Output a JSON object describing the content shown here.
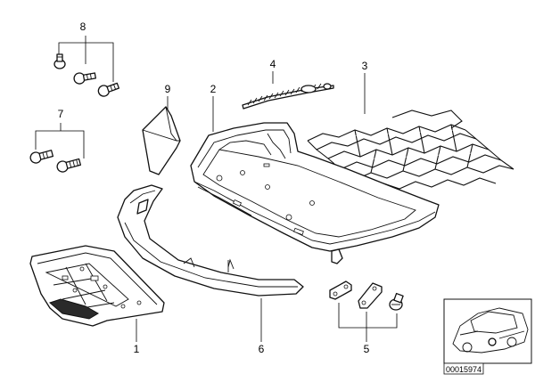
{
  "diagram": {
    "callouts": [
      {
        "id": "c1",
        "label": "1"
      },
      {
        "id": "c2",
        "label": "2"
      },
      {
        "id": "c3",
        "label": "3"
      },
      {
        "id": "c4",
        "label": "4"
      },
      {
        "id": "c5",
        "label": "5"
      },
      {
        "id": "c6",
        "label": "6"
      },
      {
        "id": "c7",
        "label": "7"
      },
      {
        "id": "c8",
        "label": "8"
      },
      {
        "id": "c9",
        "label": "9"
      }
    ],
    "inset": {
      "code": "00015974"
    }
  }
}
